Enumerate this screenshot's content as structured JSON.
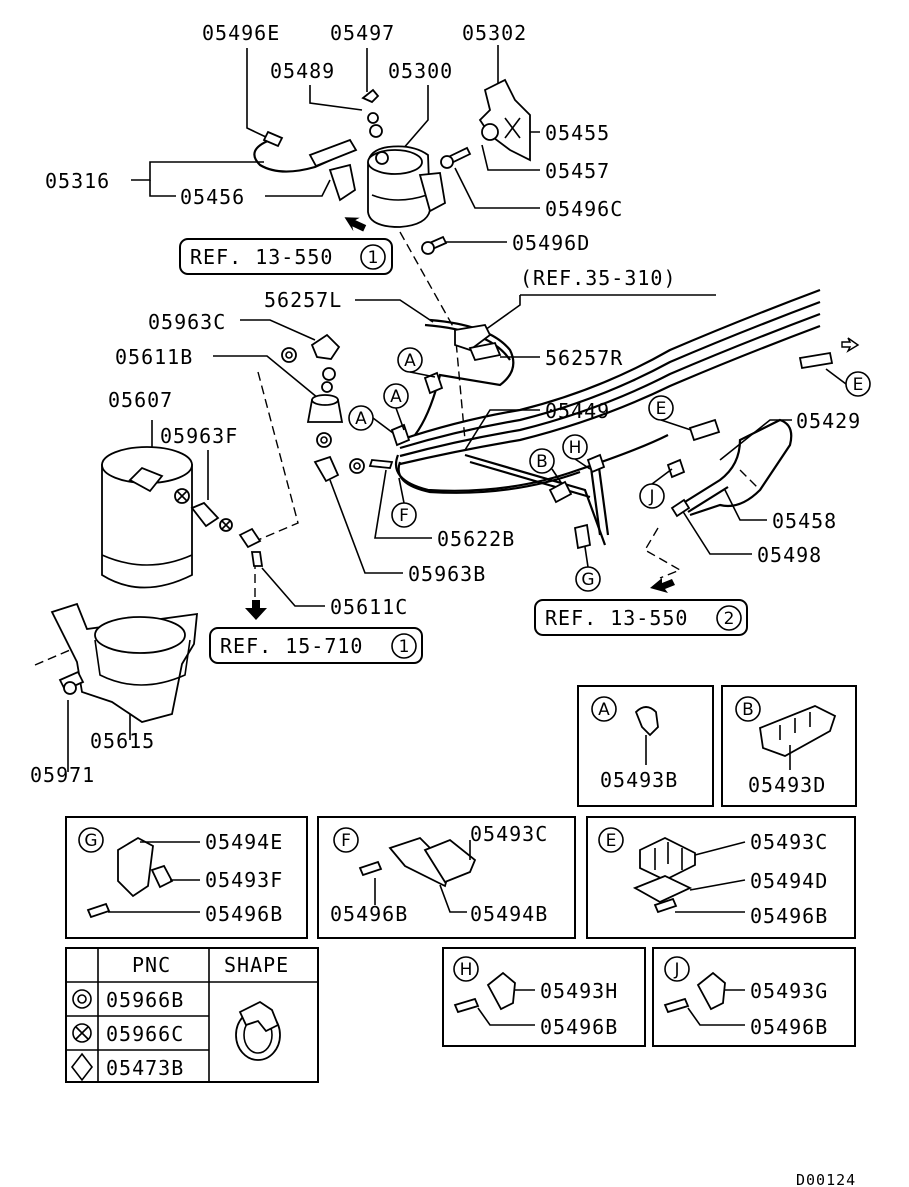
{
  "callouts": {
    "c05496E": "05496E",
    "c05497": "05497",
    "c05302": "05302",
    "c05489": "05489",
    "c05300": "05300",
    "c05455": "05455",
    "c05316": "05316",
    "c05457": "05457",
    "c05456": "05456",
    "c05496C": "05496C",
    "c05496D": "05496D",
    "c56257L": "56257L",
    "c05963C": "05963C",
    "c56257R": "56257R",
    "c05611B": "05611B",
    "c05607": "05607",
    "c05449": "05449",
    "c05429": "05429",
    "c05963F": "05963F",
    "c05458": "05458",
    "c05622B": "05622B",
    "c05498": "05498",
    "c05963B": "05963B",
    "c05611C": "05611C",
    "c05615": "05615",
    "c05971": "05971"
  },
  "references": {
    "ref1": {
      "text": "REF. 13-550",
      "num": "1"
    },
    "ref2": {
      "text": "REF. 13-550",
      "num": "2"
    },
    "ref3": {
      "text": "REF. 15-710",
      "num": "1"
    },
    "ref4": "(REF.35-310)"
  },
  "detail_boxes": {
    "A": {
      "letter": "A",
      "parts": [
        "05493B"
      ]
    },
    "B": {
      "letter": "B",
      "parts": [
        "05493D"
      ]
    },
    "G": {
      "letter": "G",
      "parts": [
        "05494E",
        "05493F",
        "05496B"
      ]
    },
    "F": {
      "letter": "F",
      "parts": [
        "05493C",
        "05496B",
        "05494B"
      ]
    },
    "E": {
      "letter": "E",
      "parts": [
        "05493C",
        "05494D",
        "05496B"
      ]
    },
    "H": {
      "letter": "H",
      "parts": [
        "05493H",
        "05496B"
      ]
    },
    "J": {
      "letter": "J",
      "parts": [
        "05493G",
        "05496B"
      ]
    }
  },
  "legend": {
    "header_pnc": "PNC",
    "header_shape": "SHAPE",
    "rows": [
      {
        "symbol": "double-circle",
        "pnc": "05966B"
      },
      {
        "symbol": "circle-x",
        "pnc": "05966C"
      },
      {
        "symbol": "diamond",
        "pnc": "05473B"
      }
    ]
  },
  "diagram_letters": [
    "A",
    "A",
    "A",
    "B",
    "E",
    "E",
    "F",
    "G",
    "H",
    "J"
  ],
  "footer_code": "D00124"
}
